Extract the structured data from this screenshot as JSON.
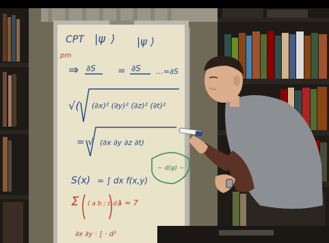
{
  "scene": {
    "colors": {
      "wall": "#7f7a64",
      "board": "#e8e3c9",
      "board_frame": "#b8b6ae",
      "shirt": "#8c8f93",
      "undershirt": "#5b3326",
      "bookshelf": "#1e1a16",
      "marker_blue": "#2a4a8a",
      "marker_red": "#c0392b",
      "marker_green": "#2e8b57"
    },
    "board_text": {
      "line1_cpt": "CPT",
      "line1_mid": "|ψ",
      "line1_end": "⟩",
      "red_note": "pm",
      "line2_arrow": "⇒",
      "line2_frac1": "∂S",
      "line2_eq": "=",
      "line2_frac2": "∂S",
      "line3_start": "√(",
      "line3_terms": "(∂x)²  (∂y)²  (∂z)²  (∂t)²",
      "line4_eq": "= √",
      "line4_terms": "(∂x ∂y ∂z ∂t)",
      "sigma_label": "S(x)",
      "sigma_eq": "= ∫ dx f(x,y)",
      "green_note": "~ d(ψ) ~",
      "red_sum": "Σ",
      "red_matrix": "( a b ; c d )",
      "red_tail": "λ ≈ 7"
    },
    "icons": [
      "whiteboard",
      "bookshelf",
      "marker",
      "wristwatch",
      "person"
    ]
  }
}
